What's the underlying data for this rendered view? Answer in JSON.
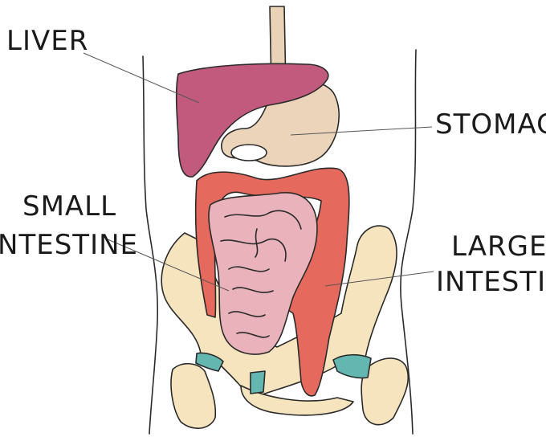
{
  "labels": {
    "liver": "LIVER",
    "stomach": "STOMACH",
    "small_intestine": [
      "SMALL",
      "INTESTINE"
    ],
    "large_intestine": [
      "LARGE",
      "INTESTINE"
    ]
  },
  "colors": {
    "liver": "#c25a7e",
    "stomach": "#ecd4bb",
    "large_intestine": "#e5695c",
    "small_intestine": "#eab3bb",
    "bone": "#f6e4bf",
    "cartilage": "#63b7b0",
    "esophagus": "#e9d2b6"
  }
}
